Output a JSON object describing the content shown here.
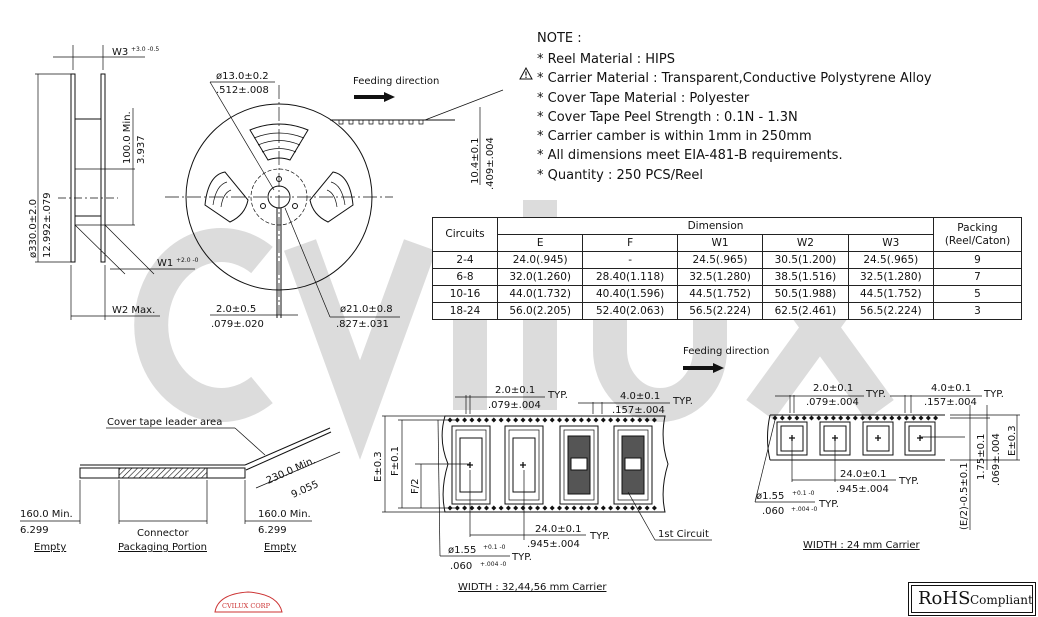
{
  "watermark": "cvilux",
  "notes": {
    "title": "NOTE :",
    "warning_icon": "warning-triangle-icon",
    "items": [
      "* Reel Material : HIPS",
      "* Carrier Material : Transparent,Conductive Polystyrene Alloy",
      "* Cover Tape Material : Polyester",
      "* Cover Tape Peel Strength :  0.1N - 1.3N",
      "* Carrier camber is within 1mm in 250mm",
      "* All dimensions meet EIA-481-B requirements.",
      "* Quantity : 250 PCS/Reel"
    ]
  },
  "reel": {
    "w3": "W3",
    "w3_tol": "+3.0 -0.5",
    "dia330": "ø330.0±2.0",
    "dia330_in": "12.992±.079",
    "hub_mm": "100.0 Min.",
    "hub_in": "3.937",
    "w1": "W1",
    "w1_tol": "+2.0 -0",
    "w2": "W2 Max.",
    "dia13": "ø13.0±0.2",
    "dia13_in": ".512±.008",
    "slot_mm": "2.0±0.5",
    "slot_in": ".079±.020",
    "dia21": "ø21.0±0.8",
    "dia21_in": ".827±.031",
    "feeding": "Feeding direction",
    "tape_h_mm": "10.4±0.1",
    "tape_h_in": ".409±.004"
  },
  "table": {
    "circuits": "Circuits",
    "dimension": "Dimension",
    "packing": "Packing (Reel/Caton)",
    "columns": [
      "E",
      "F",
      "W1",
      "W2",
      "W3"
    ],
    "rows": [
      [
        "2-4",
        "24.0(.945)",
        "-",
        "24.5(.965)",
        "30.5(1.200)",
        "24.5(.965)",
        "9"
      ],
      [
        "6-8",
        "32.0(1.260)",
        "28.40(1.118)",
        "32.5(1.280)",
        "38.5(1.516)",
        "32.5(1.280)",
        "7"
      ],
      [
        "10-16",
        "44.0(1.732)",
        "40.40(1.596)",
        "44.5(1.752)",
        "50.5(1.988)",
        "44.5(1.752)",
        "5"
      ],
      [
        "18-24",
        "56.0(2.205)",
        "52.40(2.063)",
        "56.5(2.224)",
        "62.5(2.461)",
        "56.5(2.224)",
        "3"
      ]
    ]
  },
  "leader": {
    "cover_tape": "Cover tape leader area",
    "leader_mm": "230.0 Min.",
    "leader_in": "9.055",
    "left_mm": "160.0 Min.",
    "left_in": "6.299",
    "left_label": "Empty",
    "mid_label1": "Connector",
    "mid_label2": "Packaging Portion",
    "right_mm": "160.0 Min.",
    "right_in": "6.299",
    "right_label": "Empty"
  },
  "carrier_wide": {
    "feeding": "Feeding direction",
    "pitch2_mm": "2.0±0.1",
    "pitch2_in": ".079±.004",
    "pitch4_mm": "4.0±0.1",
    "pitch4_in": ".157±.004",
    "typ": "TYP.",
    "e": "E±0.3",
    "f": "F±0.1",
    "f2": "F/2",
    "pitch24_mm": "24.0±0.1",
    "pitch24_in": ".945±.004",
    "hole_mm": "ø1.55",
    "hole_mm_tol": "+0.1 -0",
    "hole_in": ".060",
    "hole_in_tol": "+.004 -0",
    "first_circuit": "1st Circuit",
    "width_label": "WIDTH : 32,44,56 mm Carrier"
  },
  "carrier_24": {
    "pitch2_mm": "2.0±0.1",
    "pitch2_in": ".079±.004",
    "pitch4_mm": "4.0±0.1",
    "pitch4_in": ".157±.004",
    "typ": "TYP.",
    "pitch24_mm": "24.0±0.1",
    "pitch24_in": ".945±.004",
    "hole_mm": "ø1.55",
    "hole_mm_tol": "+0.1 -0",
    "hole_in": ".060",
    "hole_in_tol": "+.004 -0",
    "e_half": "(E/2)-0.5±0.1",
    "edge_mm": "1.75±0.1",
    "edge_in": ".069±.004",
    "e": "E±0.3",
    "width_label": "WIDTH : 24 mm Carrier"
  },
  "stamp": "CVILUX CORP",
  "rohs": {
    "main": "RoHS",
    "sub": "Compliant"
  }
}
